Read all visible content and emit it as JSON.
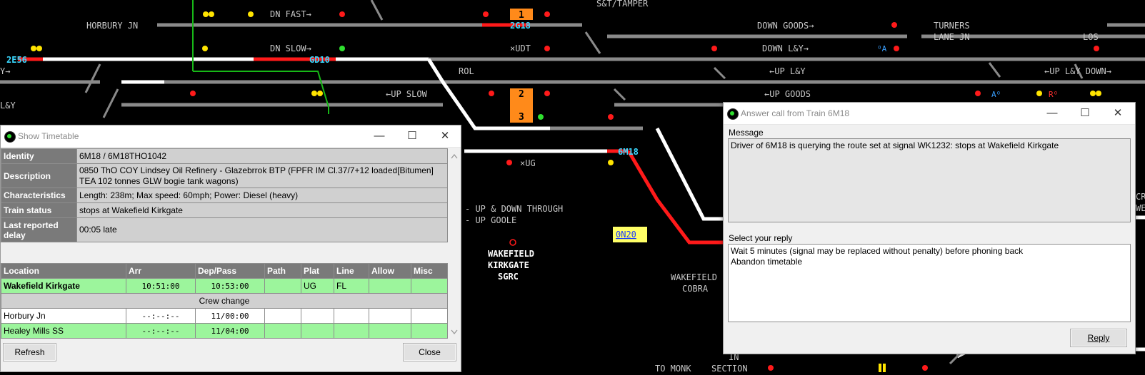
{
  "map": {
    "labels": [
      "HORBURY JN",
      "DN FAST→",
      "DN SLOW→",
      "S&T/TAMPER",
      "DOWN GOODS→",
      "TURNERS",
      "LANE JN",
      "LOS",
      "DOWN L&Y→",
      "←UP L&Y",
      "←UP L&Y DOWN→",
      "←UP SLOW",
      "←UP GOODS",
      "ROL",
      "×UDT",
      "×UG",
      "L&Y",
      "Y→",
      "- UP & DOWN THROUGH",
      "- UP GOOLE",
      "WAKEFIELD",
      "KIRKGATE",
      "SGRC",
      "WAKEFIELD",
      "COBRA",
      "TO MONK",
      "SECTION",
      "IN",
      "CRO",
      "WES",
      "Aᴼ",
      "Rᴼ",
      "ᴼA"
    ],
    "berths": [
      "2E56",
      "GD10",
      "2G18",
      "6M18",
      "0N20"
    ],
    "platform_numbers": [
      "1",
      "2",
      "3"
    ]
  },
  "timetable": {
    "title": "Show Timetable",
    "info": [
      {
        "key": "Identity",
        "value": "6M18 / 6M18THO1042"
      },
      {
        "key": "Description",
        "value": "0850 ThO COY Lindsey Oil Refinery - Glazebrrok BTP (FPFR IM Cl.37/7+12 loaded[Bitumen] TEA 102 tonnes GLW bogie tank wagons)"
      },
      {
        "key": "Characteristics",
        "value": "Length: 238m; Max speed: 60mph; Power: Diesel (heavy)"
      },
      {
        "key": "Train status",
        "value": "stops at Wakefield Kirkgate"
      },
      {
        "key": "Last reported delay",
        "value": "00:05 late"
      }
    ],
    "columns": [
      "Location",
      "Arr",
      "Dep/Pass",
      "Path",
      "Plat",
      "Line",
      "Allow",
      "Misc"
    ],
    "rows": [
      {
        "loc": "Wakefield Kirkgate",
        "arr": "10:51:00",
        "dep": "10:53:00",
        "path": "",
        "plat": "UG",
        "line": "FL",
        "allow": "",
        "misc": ""
      },
      {
        "loc": "Horbury Jn",
        "arr": "--:--:--",
        "dep": "11/00:00",
        "path": "",
        "plat": "",
        "line": "",
        "allow": "",
        "misc": ""
      },
      {
        "loc": "Healey Mills SS",
        "arr": "--:--:--",
        "dep": "11/04:00",
        "path": "",
        "plat": "",
        "line": "",
        "allow": "",
        "misc": ""
      }
    ],
    "crew_change": "Crew change",
    "refresh_label": "Refresh",
    "close_label": "Close"
  },
  "call": {
    "title": "Answer call from Train 6M18",
    "message_label": "Message",
    "message": "Driver of 6M18 is querying the route set at signal WK1232: stops at Wakefield Kirkgate",
    "reply_label": "Select your reply",
    "replies": [
      "Wait 5 minutes (signal may be replaced without penalty) before phoning back",
      "Abandon timetable"
    ],
    "reply_button": "Reply"
  },
  "window_controls": {
    "minimize": "—",
    "maximize": "☐",
    "close": "✕"
  }
}
